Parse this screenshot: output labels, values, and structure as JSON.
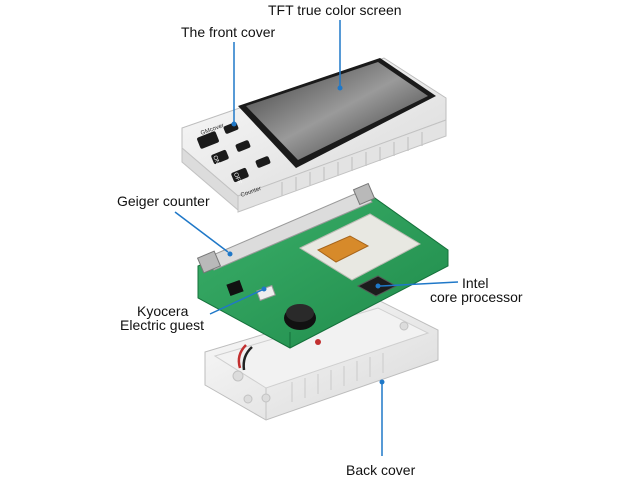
{
  "labels": {
    "tft_screen": "TFT true color screen",
    "front_cover": "The front cover",
    "geiger_counter": "Geiger counter",
    "kyocera_line1": "Kyocera",
    "kyocera_line2": "Electric guest",
    "intel_line1": "Intel",
    "intel_line2": "core processor",
    "back_cover": "Back cover"
  },
  "device_text": {
    "brand_top": "GMcover",
    "brand_bottom": "Counter",
    "button_on": "ON",
    "button_off": "OFF"
  },
  "colors": {
    "callout_line": "#1f78c8",
    "pcb": "#2ea35c",
    "case": "#e9e9e9",
    "screen": "#2a2a2a"
  }
}
